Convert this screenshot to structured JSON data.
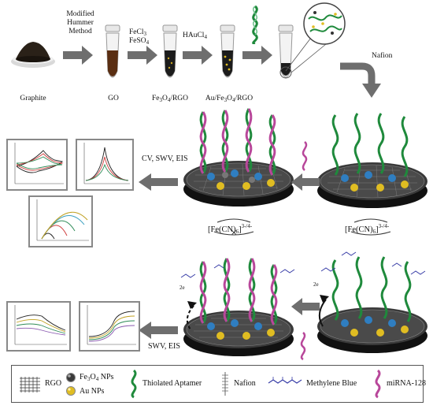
{
  "top_row": {
    "graphite_label": "Graphite",
    "method_line1": "Modified",
    "method_line2": "Hummer",
    "method_line3": "Method",
    "go_label": "GO",
    "fecl3": "FeCl",
    "fecl3_sub": "3",
    "feso4": "FeSO",
    "feso4_sub": "4",
    "fe3o4_rgo_a": "Fe",
    "fe3o4_rgo_b": "3",
    "fe3o4_rgo_c": "O",
    "fe3o4_rgo_d": "4",
    "fe3o4_rgo_e": "/RGO",
    "haucl4": "HAuCl",
    "haucl4_sub": "4",
    "au_label_a": "Au/Fe",
    "au_label_b": "3",
    "au_label_c": "O",
    "au_label_d": "4",
    "au_label_e": "/RGO",
    "nafion": "Nafion"
  },
  "middle": {
    "techniques": "CV, SWV, EIS",
    "redox_left": "[Fe(CN)",
    "redox_left_sub": "6",
    "redox_left_end": "]",
    "redox_left_sup": "3-/4-",
    "redox_right": "[Fe(CN)",
    "redox_right_sub": "6",
    "redox_right_end": "]",
    "redox_right_sup": "3-/4-"
  },
  "bottom": {
    "techniques": "SWV, EIS",
    "electron_left": "2e",
    "electron_right": "2e"
  },
  "legend": {
    "rgo": "RGO",
    "fe3o4_a": "Fe",
    "fe3o4_b": "3",
    "fe3o4_c": "O",
    "fe3o4_d": "4",
    "fe3o4_e": " NPs",
    "au": "Au NPs",
    "aptamer": "Thiolated Aptamer",
    "nafion": "Nafion",
    "mb": "Methylene Blue",
    "mirna": "miRNA-128"
  },
  "colors": {
    "arrow": "#6e6e6e",
    "aptamer": "#1f8a3c",
    "mirna": "#b8479a",
    "mb": "#3a3fa8",
    "disk": "#2b2b2b",
    "gold": "#d8b51e",
    "fe3o4": "#3a3a3a"
  }
}
